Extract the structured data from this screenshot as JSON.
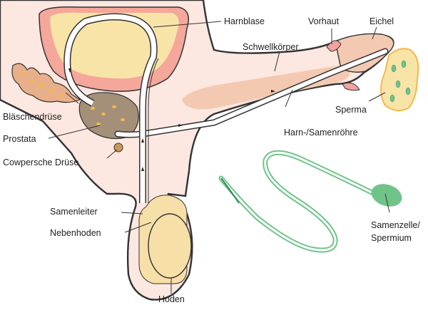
{
  "labels": {
    "harnblase": "Harnblase",
    "vorhaut": "Vorhaut",
    "eichel": "Eichel",
    "schwellkoerper": "Schwellkörper",
    "blaeschendruese": "Bläschendrüse",
    "prostata": "Prostata",
    "cowpersche": "Cowpersche Drüse",
    "sperma": "Sperma",
    "harnroehre": "Harn-/Samenröhre",
    "samenleiter": "Samenleiter",
    "nebenhoden": "Nebenhoden",
    "hoden": "Hoden",
    "samenzelle": "Samenzelle/",
    "spermium": "Spermium"
  },
  "colors": {
    "skin": "#fce8e0",
    "outline": "#333333",
    "bladder_wall": "#f4a79a",
    "bladder_inner": "#f9e4a8",
    "prostate": "#a48f79",
    "gland": "#e8b08a",
    "erectile": "#f4c9b2",
    "testis": "#f7dfa8",
    "sperm": "#6fc48a",
    "sperm_dark": "#2e8b57",
    "duct": "#ffffff",
    "drops": "#f3b94a"
  }
}
